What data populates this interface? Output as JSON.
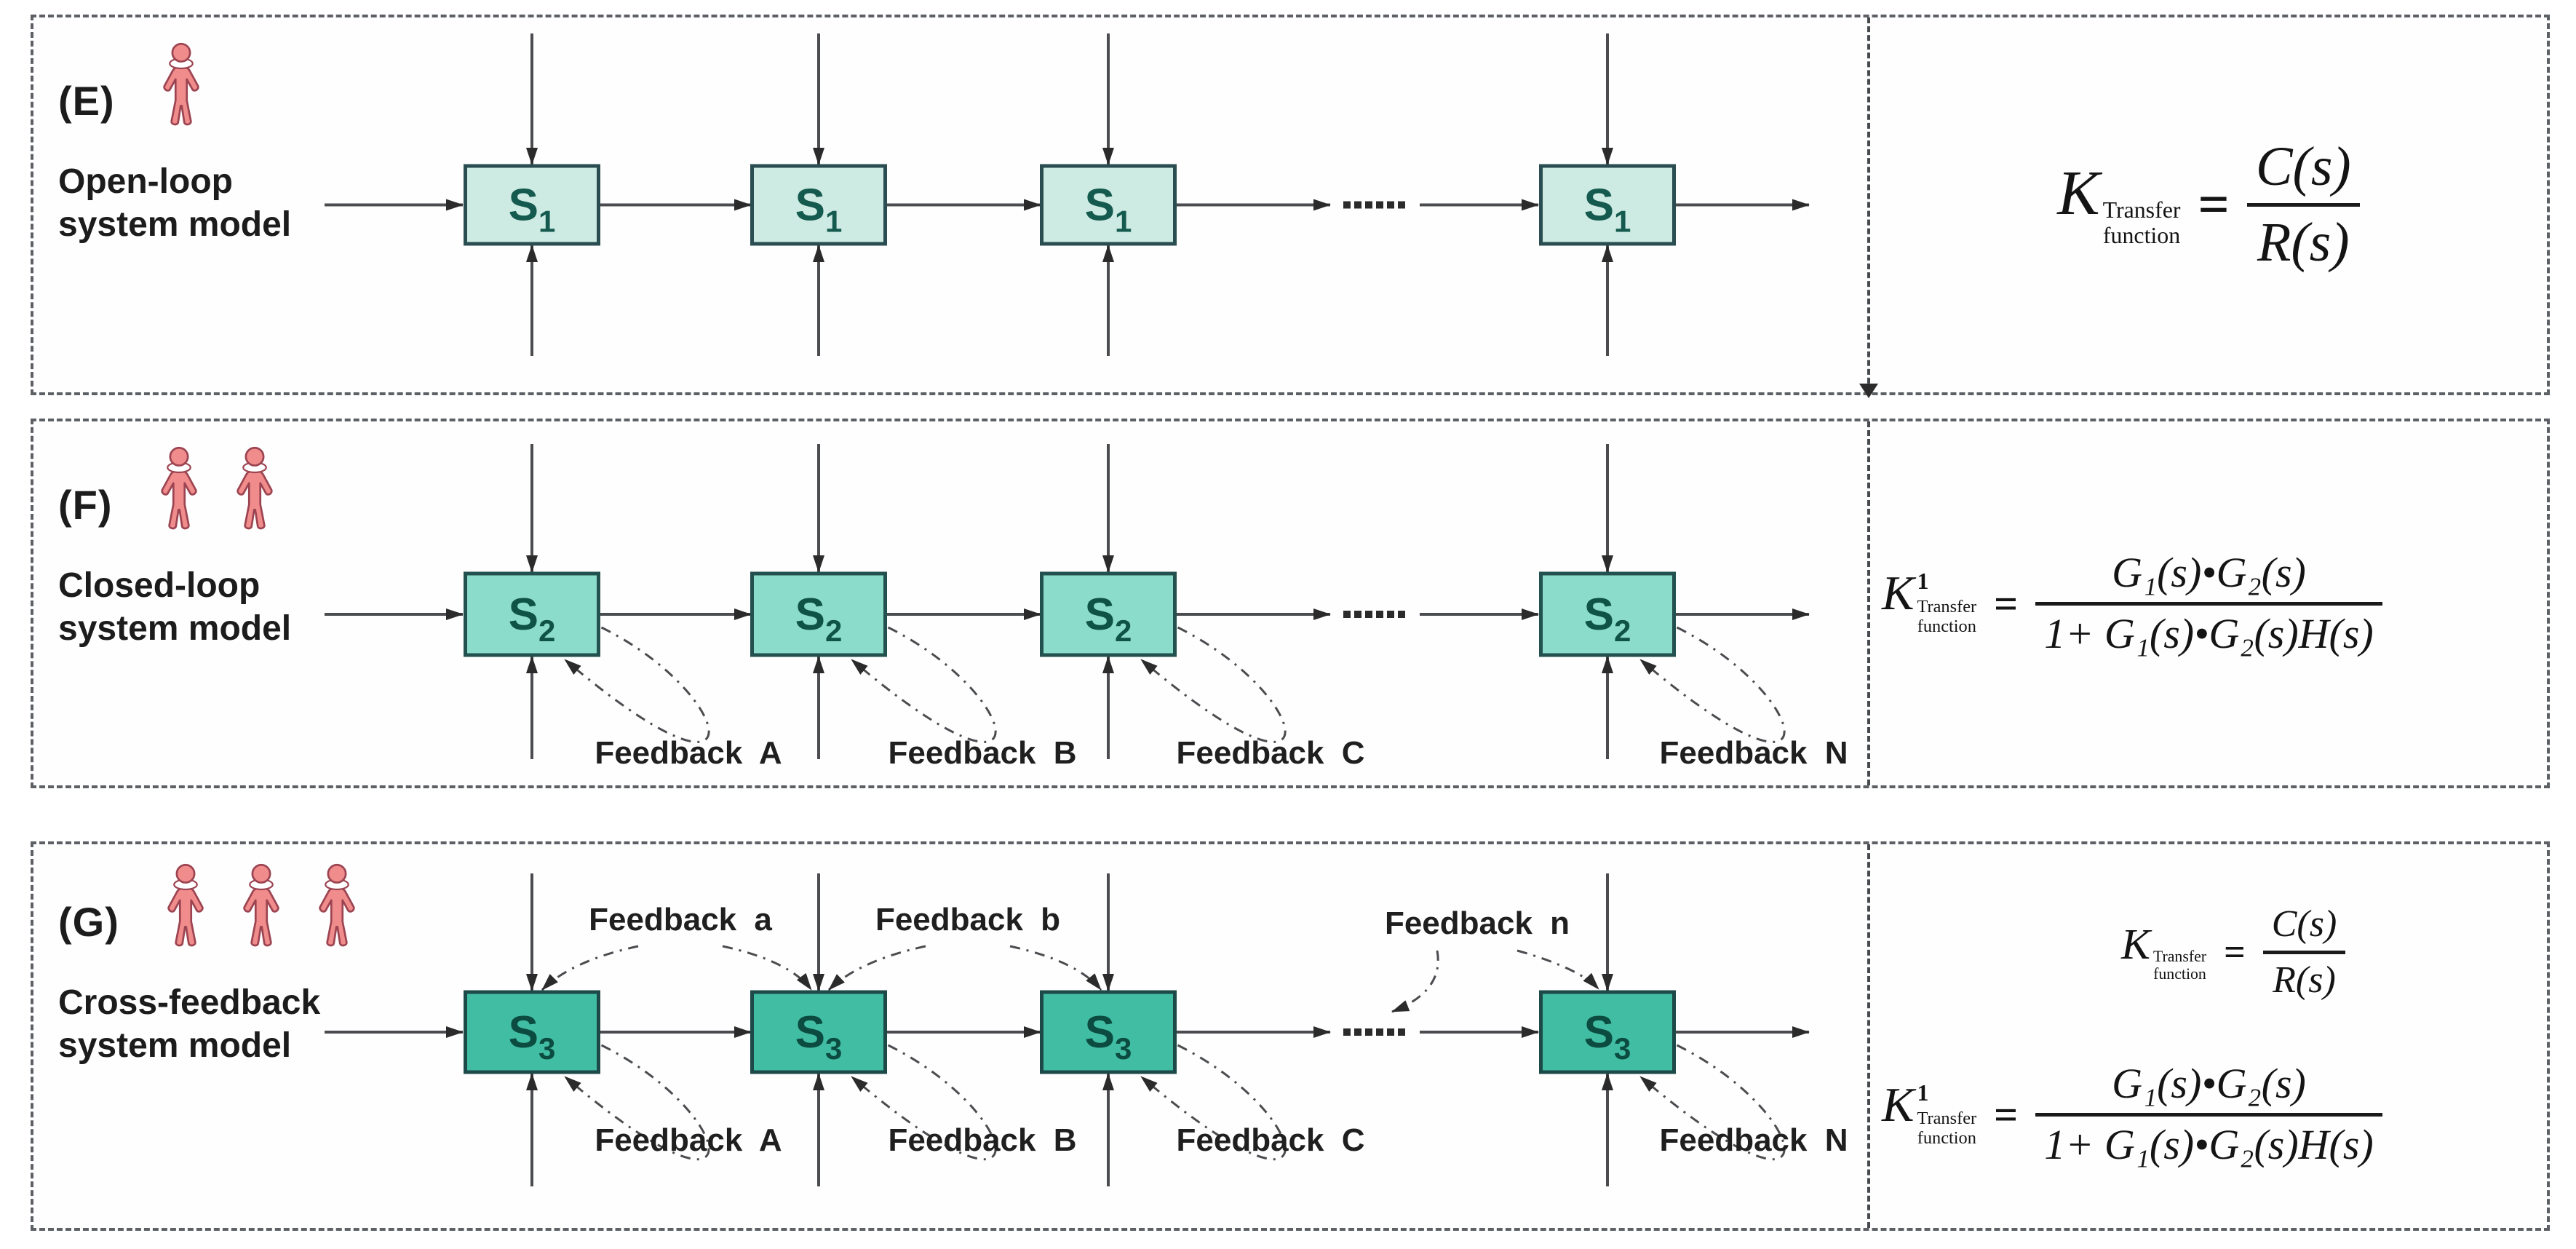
{
  "colors": {
    "line": "#4a4c4f",
    "arrow": "#2b2b2b",
    "panel_border": "#5d6166",
    "person_fill": "#f08c8b",
    "person_stroke": "#9c4451",
    "person_collar": "#ffffff",
    "label_text": "#1f1f1f"
  },
  "panels": [
    {
      "id": "E",
      "tag": "(E)",
      "person_count": 1,
      "title": [
        "Open-loop",
        "system model"
      ],
      "box": {
        "base": "S",
        "sub": "1",
        "fill": "#cdeae3",
        "border": "#2a4d51",
        "text": "#155a4e"
      },
      "ellipsis": "......",
      "top_feedback": [],
      "bottom_feedback": [],
      "formulas": [
        {
          "k": "K",
          "sup": "",
          "sub": [
            "Transfer",
            "function"
          ],
          "eq": "=",
          "num": "C(s)",
          "den": "R(s)"
        }
      ]
    },
    {
      "id": "F",
      "tag": "(F)",
      "person_count": 2,
      "title": [
        "Closed-loop",
        "system model"
      ],
      "box": {
        "base": "S",
        "sub": "2",
        "fill": "#8bdcca",
        "border": "#23514f",
        "text": "#0f5246"
      },
      "ellipsis": "......",
      "top_feedback": [],
      "bottom_feedback": [
        "Feedback A",
        "Feedback B",
        "Feedback C",
        "Feedback N"
      ],
      "formulas": [
        {
          "k": "K",
          "sup": "1",
          "sub": [
            "Transfer",
            "function"
          ],
          "eq": "=",
          "num": "G₁(s)•G₂(s)",
          "den": "1+ G₁(s)•G₂(s)H(s)"
        }
      ]
    },
    {
      "id": "G",
      "tag": "(G)",
      "person_count": 3,
      "title": [
        "Cross-feedback",
        "system model"
      ],
      "box": {
        "base": "S",
        "sub": "3",
        "fill": "#41bda4",
        "border": "#1d4a48",
        "text": "#0b4b40"
      },
      "ellipsis": "......",
      "top_feedback": [
        "Feedback a",
        "Feedback b",
        "Feedback n"
      ],
      "bottom_feedback": [
        "Feedback A",
        "Feedback B",
        "Feedback C",
        "Feedback N"
      ],
      "formulas": [
        {
          "k": "K",
          "sup": "",
          "sub": [
            "Transfer",
            "function"
          ],
          "eq": "=",
          "num": "C(s)",
          "den": "R(s)"
        },
        {
          "k": "K",
          "sup": "1",
          "sub": [
            "Transfer",
            "function"
          ],
          "eq": "=",
          "num": "G₁(s)•G₂(s)",
          "den": "1+ G₁(s)•G₂(s)H(s)"
        }
      ]
    }
  ]
}
